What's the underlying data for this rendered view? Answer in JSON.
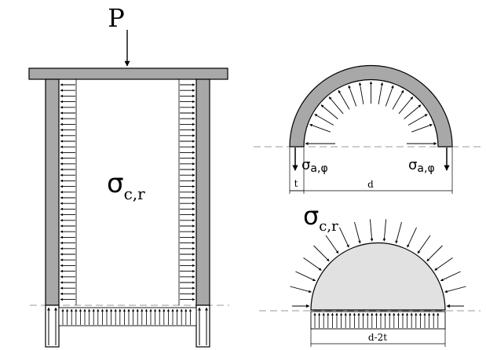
{
  "labels": {
    "load": "P",
    "sigma_cr_main": "σ",
    "sigma_cr_main_sub": "c,r",
    "sigma_a_left": "σ",
    "sigma_a_left_sub": "a,φ",
    "sigma_a_right": "σ",
    "sigma_a_right_sub": "a,φ",
    "thickness": "t",
    "diameter": "d",
    "sigma_cr_half": "σ",
    "sigma_cr_half_sub": "c,r",
    "inner_diameter": "d-2t"
  },
  "colors": {
    "wall_fill": "#a8a8a8",
    "core_fill": "#e1e1e1",
    "line": "#000000",
    "dash": "#777777"
  }
}
